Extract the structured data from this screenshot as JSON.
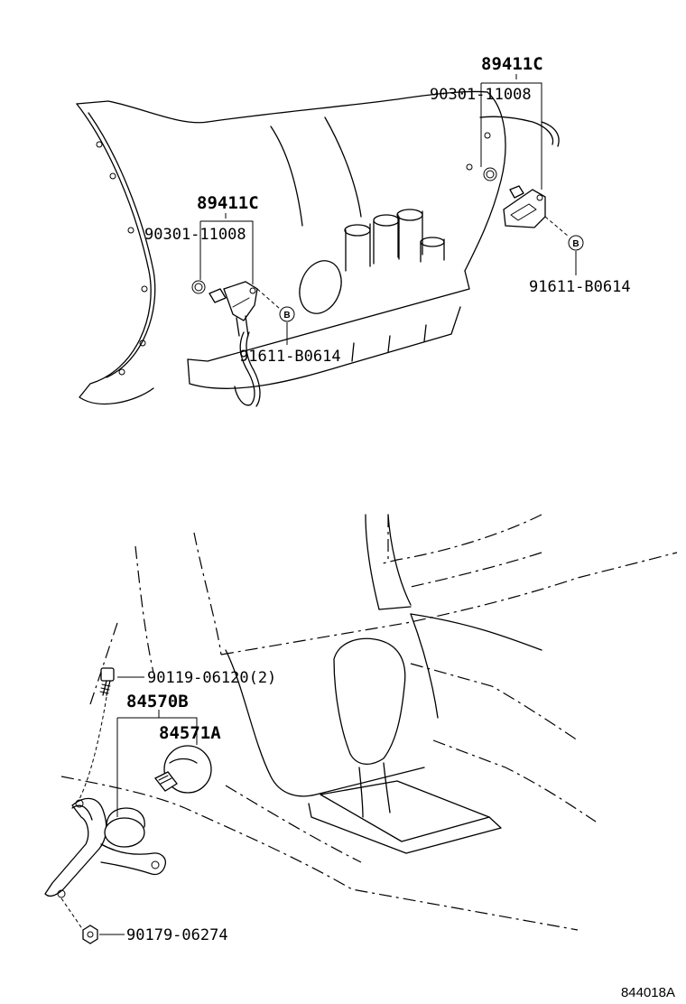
{
  "transmission_diagram": {
    "rear_sensor_part": "89411C",
    "rear_oring_part": "90301-11008",
    "rear_bolt_part": "91611-B0614",
    "front_sensor_part": "89411C",
    "front_oring_part": "90301-11008",
    "front_bolt_part": "91611-B0614",
    "bolt_callout_letter": "B"
  },
  "shifter_diagram": {
    "screw_part": "90119-06120(2)",
    "bracket_assembly_part": "84570B",
    "switch_part": "84571A",
    "nut_part": "90179-06274"
  },
  "figure_code": "844018A"
}
